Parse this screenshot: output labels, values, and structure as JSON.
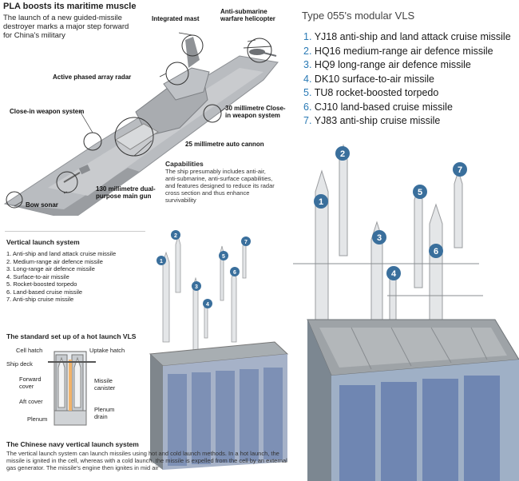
{
  "left": {
    "title": "PLA boosts its maritime muscle",
    "intro": "The launch of a new guided-missile destroyer marks a major step forward for China's military",
    "labels": {
      "mast": "Integrated mast",
      "helicopter": "Anti-submarine warfare helicopter",
      "radar": "Active phased array radar",
      "ciws": "Close-in weapon system",
      "ciws30": "30 millimetre Close-in weapon system",
      "cannon": "25 millimetre auto cannon",
      "gun": "130 millimetre dual-purpose main gun",
      "sonar": "Bow sonar"
    },
    "capabilities": {
      "heading": "Capabilities",
      "text": "The ship presumably includes anti-air, anti-submarine, anti-surface capabilities, and features designed to reduce its radar cross section and thus enhance survivability"
    },
    "vls": {
      "heading": "Vertical launch system",
      "items": [
        "1. Anti-ship and land attack cruise missile",
        "2. Medium-range air defence missile",
        "3. Long-range air defence missile",
        "4. Surface-to-air missile",
        "5. Rocket-boosted torpedo",
        "6. Land-based cruise missile",
        "7. Anti-ship cruise missile"
      ]
    },
    "hot": {
      "heading": "The standard set up of a hot launch VLS",
      "cell_hatch": "Cell hatch",
      "uptake_hatch": "Uptake hatch",
      "ship_deck": "Ship deck",
      "forward_cover": "Forward cover",
      "missile_canister": "Missile canister",
      "aft_cover": "Aft cover",
      "plenum": "Plenum",
      "plenum_drain": "Plenum drain"
    },
    "chinese": {
      "heading": "The Chinese navy vertical launch system",
      "text": "The vertical launch system can launch missiles using hot and cold launch methods. In a hot launch, the missile is ignited in the cell, whereas with a cold launch, the missile is expelled from the cell by an external gas generator. The missile's engine then ignites in mid air"
    }
  },
  "right": {
    "title": "Type 055's modular VLS",
    "items": [
      {
        "num": "1.",
        "text": "YJ18 anti-ship and land attack cruise missile"
      },
      {
        "num": "2.",
        "text": "HQ16 medium-range air defence missile"
      },
      {
        "num": "3.",
        "text": "HQ9 long-range air defence missile"
      },
      {
        "num": "4.",
        "text": "DK10 surface-to-air missile"
      },
      {
        "num": "5.",
        "text": "TU8 rocket-boosted torpedo"
      },
      {
        "num": "6.",
        "text": "CJ10 land-based cruise missile"
      },
      {
        "num": "7.",
        "text": "YJ83 anti-ship cruise missile"
      }
    ],
    "badges": [
      "1",
      "2",
      "3",
      "4",
      "5",
      "6",
      "7"
    ]
  },
  "colors": {
    "accent": "#2a7ab5",
    "badge": "#3a6f9c",
    "missile": "#e4e6e8",
    "tube": "#8a9cb8",
    "deck": "#9aa0a4"
  }
}
